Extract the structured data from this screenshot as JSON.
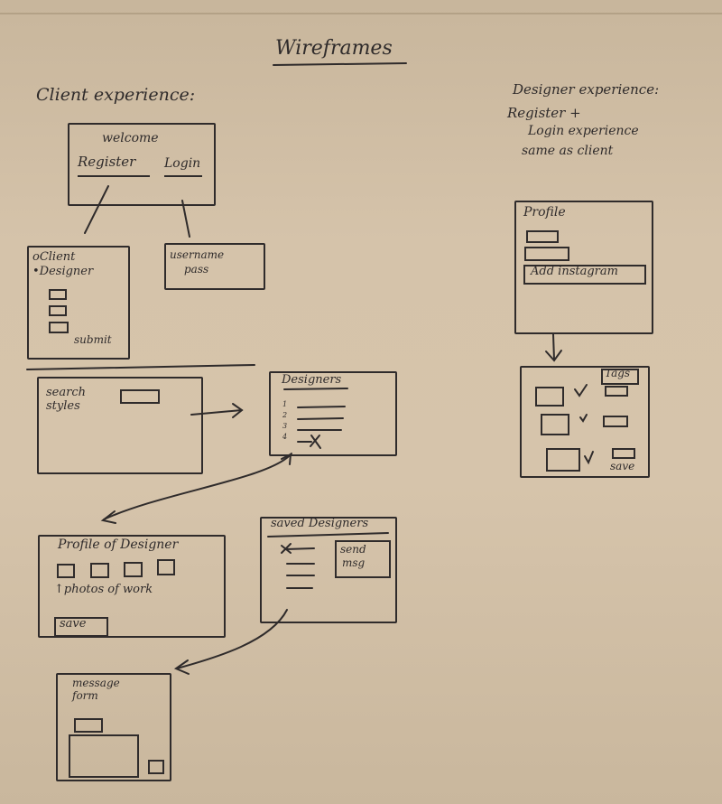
{
  "title": "Wireframes",
  "client_heading": "Client experience:",
  "designer_heading": "Designer experience:",
  "designer_note": [
    "Register +",
    "Login experience",
    "same as client"
  ],
  "welcome": {
    "title": "welcome",
    "register": "Register",
    "login": "Login"
  },
  "role_select": {
    "option_client": "oClient",
    "option_designer": "•Designer",
    "submit": "submit"
  },
  "login_form": {
    "username": "username",
    "pass": "pass"
  },
  "search": {
    "label_line1": "search",
    "label_line2": "styles"
  },
  "designers": {
    "title": "Designers",
    "markers": [
      "1",
      "2",
      "3",
      "4"
    ]
  },
  "designer_profile": {
    "title": "Profile of Designer",
    "caption": "↑photos of work",
    "save": "save"
  },
  "saved_designers": {
    "title": "saved Designers",
    "send_line1": "send",
    "send_line2": "msg"
  },
  "message_form": {
    "title_line1": "message",
    "title_line2": "form"
  },
  "profile_setup": {
    "title": "Profile",
    "instagram": "Add instagram"
  },
  "tagging": {
    "tags": "Tags",
    "save": "save"
  },
  "ink_color": "#2f2b2b",
  "paper_color": "#d5c3aa"
}
